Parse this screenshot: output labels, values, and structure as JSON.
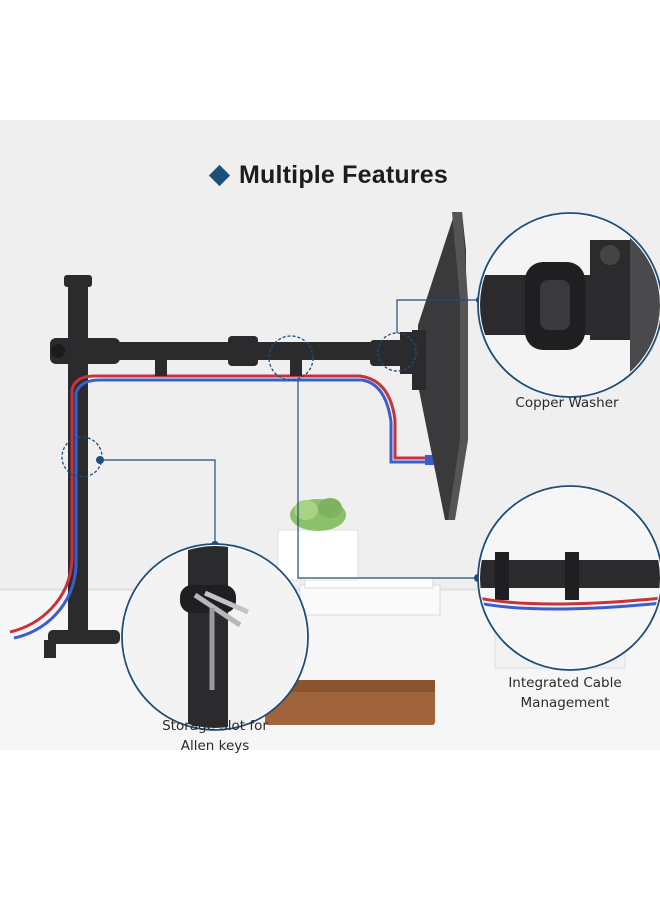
{
  "title": {
    "text": "Multiple Features",
    "accent_color": "#1f4e79"
  },
  "callouts": {
    "copper_washer": "Copper Washer",
    "storage_slot_line1": "Storage Slot for",
    "storage_slot_line2": "Allen keys",
    "cable_mgmt_line1": "Integrated Cable",
    "cable_mgmt_line2": "Management"
  },
  "colors": {
    "mount": "#2b2b2d",
    "cable_blue": "#3a5fcd",
    "cable_red": "#c8323c",
    "callout_ring": "#1f4e79",
    "background": "#efefef"
  }
}
